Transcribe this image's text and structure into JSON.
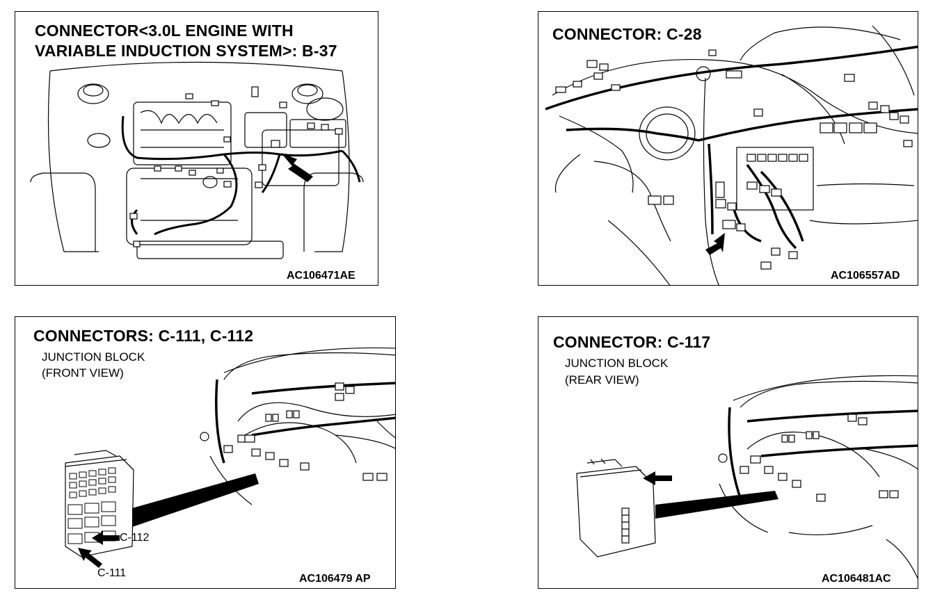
{
  "panels": [
    {
      "title_line1": "CONNECTOR<3.0L ENGINE WITH",
      "title_line2": "VARIABLE INDUCTION SYSTEM>: B-37",
      "figure_code": "AC106471AE"
    },
    {
      "title_line1": "CONNECTOR: C-28",
      "figure_code": "AC106557AD"
    },
    {
      "title_line1": "CONNECTORS: C-111, C-112",
      "subtitle_line1": "JUNCTION BLOCK",
      "subtitle_line2": "(FRONT VIEW)",
      "callout_a": "C-112",
      "callout_b": "C-111",
      "figure_code": "AC106479 AP"
    },
    {
      "title_line1": "CONNECTOR: C-117",
      "subtitle_line1": "JUNCTION BLOCK",
      "subtitle_line2": "(REAR VIEW)",
      "figure_code": "AC106481AC"
    }
  ]
}
